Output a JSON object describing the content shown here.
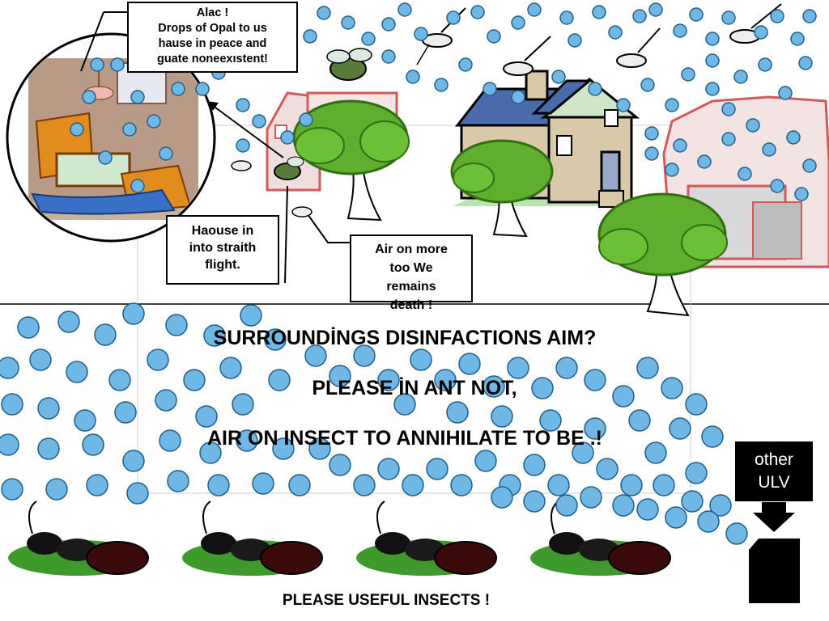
{
  "callouts": {
    "alac": [
      "Alac !",
      "Drops of Opal to us",
      "hause in peace and",
      "guate noneexıstent!"
    ],
    "haouse": [
      "Haouse in",
      "into straith",
      "flight."
    ],
    "air": [
      "Air on more",
      "too   We",
      "remains",
      "death !"
    ]
  },
  "headline": {
    "line1": "SURROUNDİNGS DISINFACTIONS  AIM?",
    "line2": "PLEASE  İN ANT NOT,",
    "line3": "AIR ON INSECT TO ANNIHILATE TO BE .!"
  },
  "ulv_box": [
    "other",
    "ULV"
  ],
  "footer": "PLEASE USEFUL INSECTS !",
  "colors": {
    "droplet": "#6fb8e6",
    "droplet_stroke": "#1f5f8c",
    "tree_green": "#5fae2e",
    "grass_green": "#3e9a2a",
    "house_outline": "#d25a5a",
    "roof_blue": "#4a6bab",
    "wall_beige": "#d9c9a8",
    "room_orange": "#e28c1e"
  },
  "icons": [
    "fly-icon",
    "mosquito-icon",
    "ant-icon",
    "house-icon",
    "tree-icon",
    "droplet-icon",
    "arrow-down-icon",
    "sprayer-icon"
  ]
}
